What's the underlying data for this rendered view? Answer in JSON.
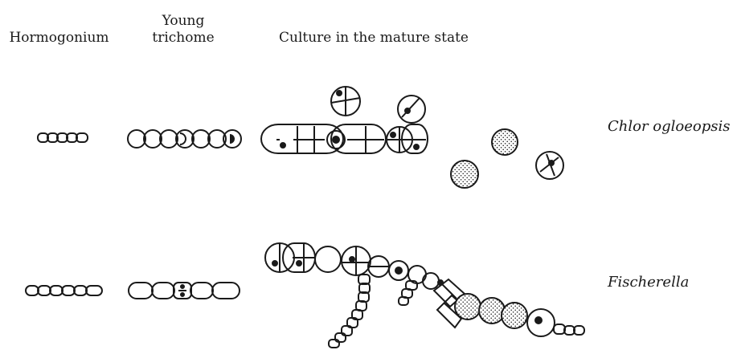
{
  "columns": {
    "hormogonium": "Hormogonium",
    "young_trichome": {
      "line1": "Young",
      "line2": "trichome"
    },
    "culture": "Culture in the mature state"
  },
  "rows": {
    "chlorogloeopsis": "Chlor ogloeopsis",
    "fischerella": "Fischerella"
  },
  "colors": {
    "ink": "#1a1a1a",
    "paper": "#ffffff"
  }
}
